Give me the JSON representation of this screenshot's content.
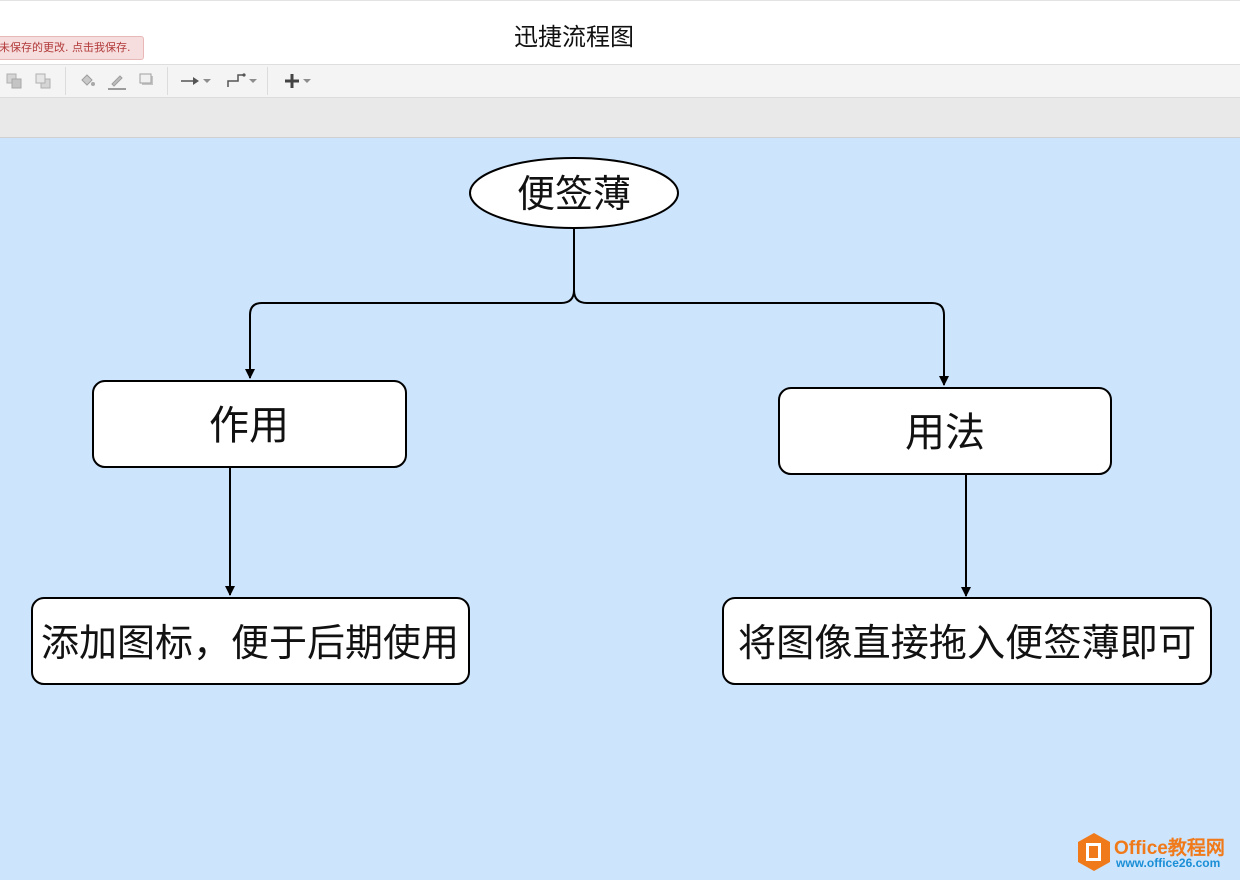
{
  "header": {
    "title": "迅捷流程图",
    "unsaved_notice": "未保存的更改. 点击我保存."
  },
  "toolbar": {
    "items": [
      {
        "name": "to-front-icon"
      },
      {
        "name": "to-back-icon"
      },
      {
        "name": "fill-color-icon"
      },
      {
        "name": "line-color-icon"
      },
      {
        "name": "shadow-icon"
      },
      {
        "name": "connection-arrow-icon"
      },
      {
        "name": "waypoint-icon"
      },
      {
        "name": "insert-plus-icon"
      }
    ]
  },
  "diagram": {
    "background": "#cce4fc",
    "nodes": {
      "root": "便签薄",
      "left": "作用",
      "right": "用法",
      "left_child": "添加图标，便于后期使用",
      "right_child": "将图像直接拖入便签薄即可"
    }
  },
  "watermark": {
    "title": "Office教程网",
    "url": "www.office26.com"
  }
}
